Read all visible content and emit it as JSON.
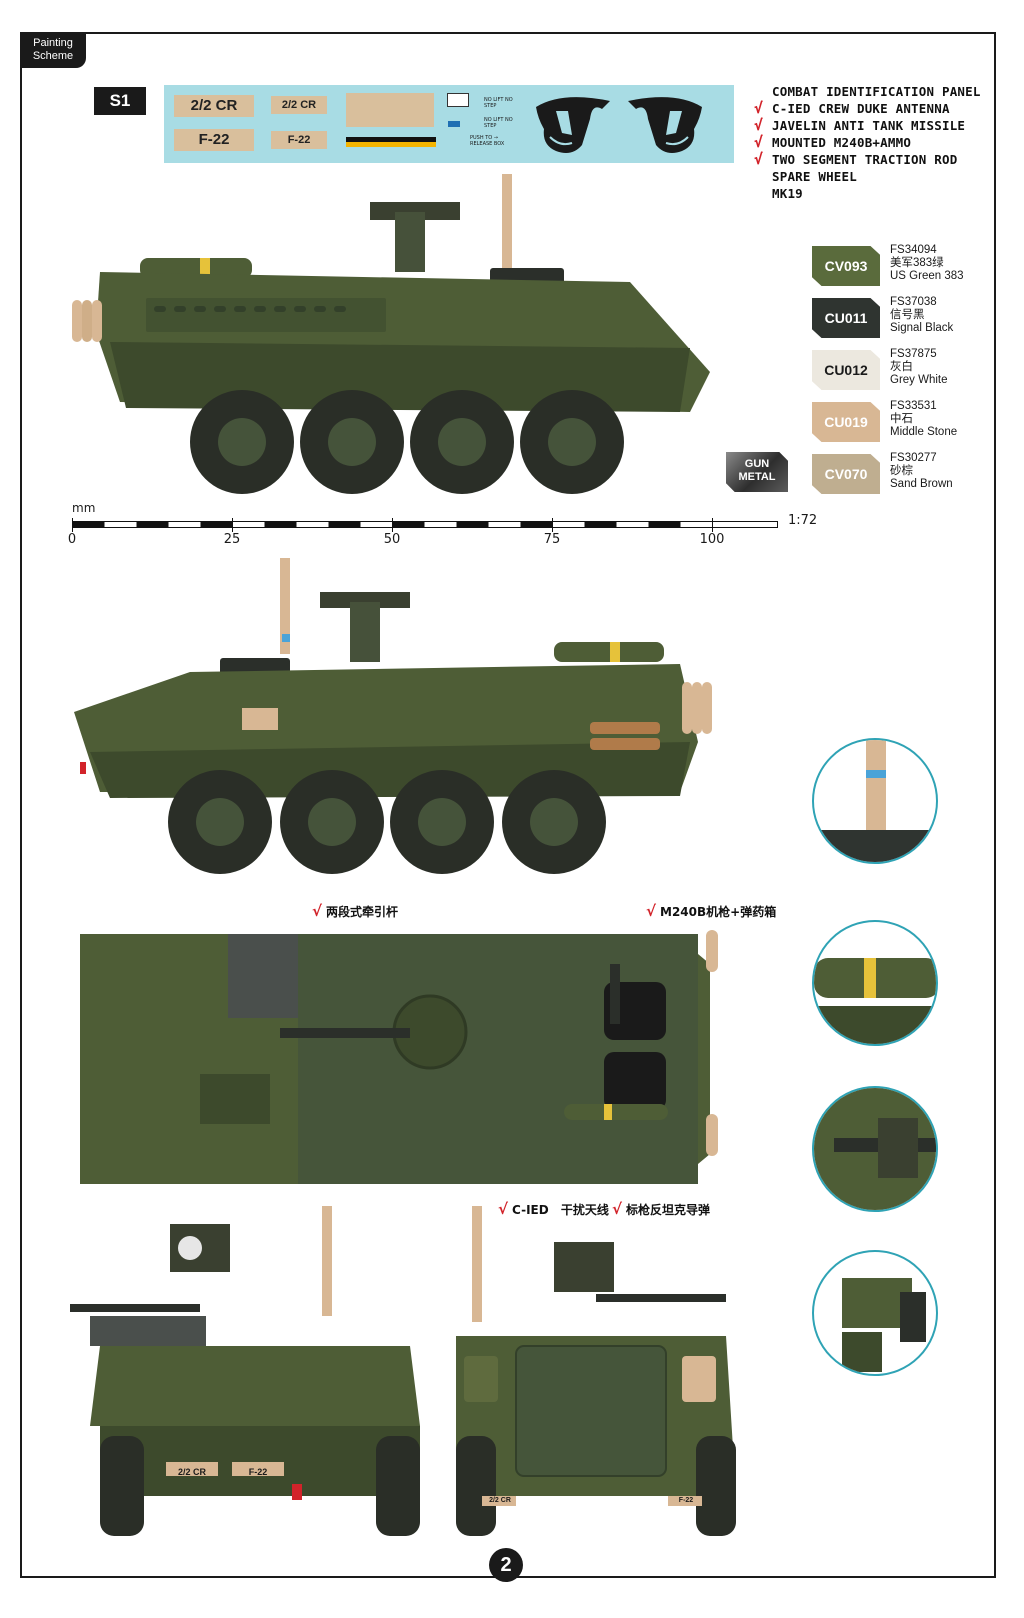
{
  "header": {
    "tag": "Painting Scheme",
    "scheme": "S1"
  },
  "decals": {
    "cr_large": "2/2 CR",
    "cr_small": "2/2 CR",
    "f22_large": "F-22",
    "f22_small": "F-22",
    "no_lift_1": "NO LIFT NO STEP",
    "no_lift_2": "NO LIFT NO STEP",
    "push_release": "PUSH TO → RELEASE BOX"
  },
  "features": [
    {
      "checked": false,
      "text": "COMBAT IDENTIFICATION PANEL"
    },
    {
      "checked": true,
      "text": "C-IED CREW DUKE ANTENNA"
    },
    {
      "checked": true,
      "text": "JAVELIN ANTI TANK MISSILE"
    },
    {
      "checked": true,
      "text": "MOUNTED M240B+AMMO"
    },
    {
      "checked": true,
      "text": "TWO SEGMENT TRACTION ROD"
    },
    {
      "checked": false,
      "text": "SPARE WHEEL"
    },
    {
      "checked": false,
      "text": "MK19"
    }
  ],
  "check_mark": "√",
  "paints": [
    {
      "code": "CV093",
      "fs": "FS34094",
      "cn": "美军383绿",
      "en": "US Green 383",
      "color": "#5a6b3c",
      "text_color": "#ffffff"
    },
    {
      "code": "CU011",
      "fs": "FS37038",
      "cn": "信号黑",
      "en": "Signal Black",
      "color": "#2f3430",
      "text_color": "#ffffff"
    },
    {
      "code": "CU012",
      "fs": "FS37875",
      "cn": "灰白",
      "en": "Grey White",
      "color": "#ece8df",
      "text_color": "#1a1a1a"
    },
    {
      "code": "CU019",
      "fs": "FS33531",
      "cn": "中石",
      "en": "Middle Stone",
      "color": "#d8b794",
      "text_color": "#ffffff"
    },
    {
      "code": "CV070",
      "fs": "FS30277",
      "cn": "砂棕",
      "en": "Sand Brown",
      "color": "#bfae90",
      "text_color": "#ffffff"
    }
  ],
  "gun_metal": "GUN METAL",
  "scale": {
    "unit": "mm",
    "ratio": "1:72",
    "ticks": [
      "0",
      "25",
      "50",
      "75",
      "100"
    ]
  },
  "callouts": {
    "tow_rod": "两段式牵引杆",
    "m240b": "M240B机枪+弹药箱",
    "cied": "C-IED",
    "cied_cn": "干扰天线",
    "javelin": "标枪反坦克导弹"
  },
  "front_plates": {
    "left": "2/2 CR",
    "right": "F-22"
  },
  "rear_plates": {
    "left": "2/2 CR",
    "right": "F-22"
  },
  "page_number": "2",
  "colors": {
    "vehicle_green": "#4e5d36",
    "vehicle_dark": "#33402a",
    "tire": "#2a2e27",
    "accent_red": "#d2232a",
    "decal_bg": "#a8dce4",
    "detail_ring": "#2fa3b5"
  }
}
